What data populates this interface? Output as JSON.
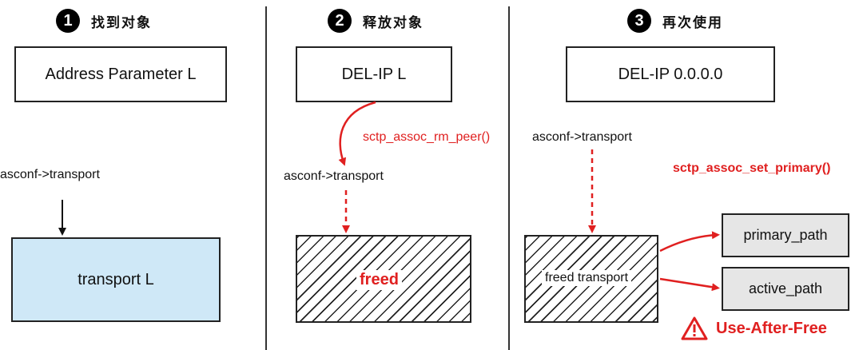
{
  "panel1": {
    "number": "1",
    "title": "找到对象",
    "top_box": "Address Parameter L",
    "pointer_label": "asconf->transport",
    "bottom_box": "transport L"
  },
  "panel2": {
    "number": "2",
    "title": "释放对象",
    "top_box": "DEL-IP L",
    "call_label": "sctp_assoc_rm_peer()",
    "pointer_label": "asconf->transport",
    "freed_label": "freed"
  },
  "panel3": {
    "number": "3",
    "title": "再次使用",
    "top_box": "DEL-IP 0.0.0.0",
    "pointer_label": "asconf->transport",
    "call_label": "sctp_assoc_set_primary()",
    "freed_label": "freed transport",
    "primary_path": "primary_path",
    "active_path": "active_path",
    "warning_label": "Use-After-Free"
  },
  "colors": {
    "accent_red": "#e02020",
    "transport_fill": "#cfe8f7",
    "path_fill": "#e6e6e6"
  },
  "icons": {
    "warning": "warning-triangle-icon"
  }
}
